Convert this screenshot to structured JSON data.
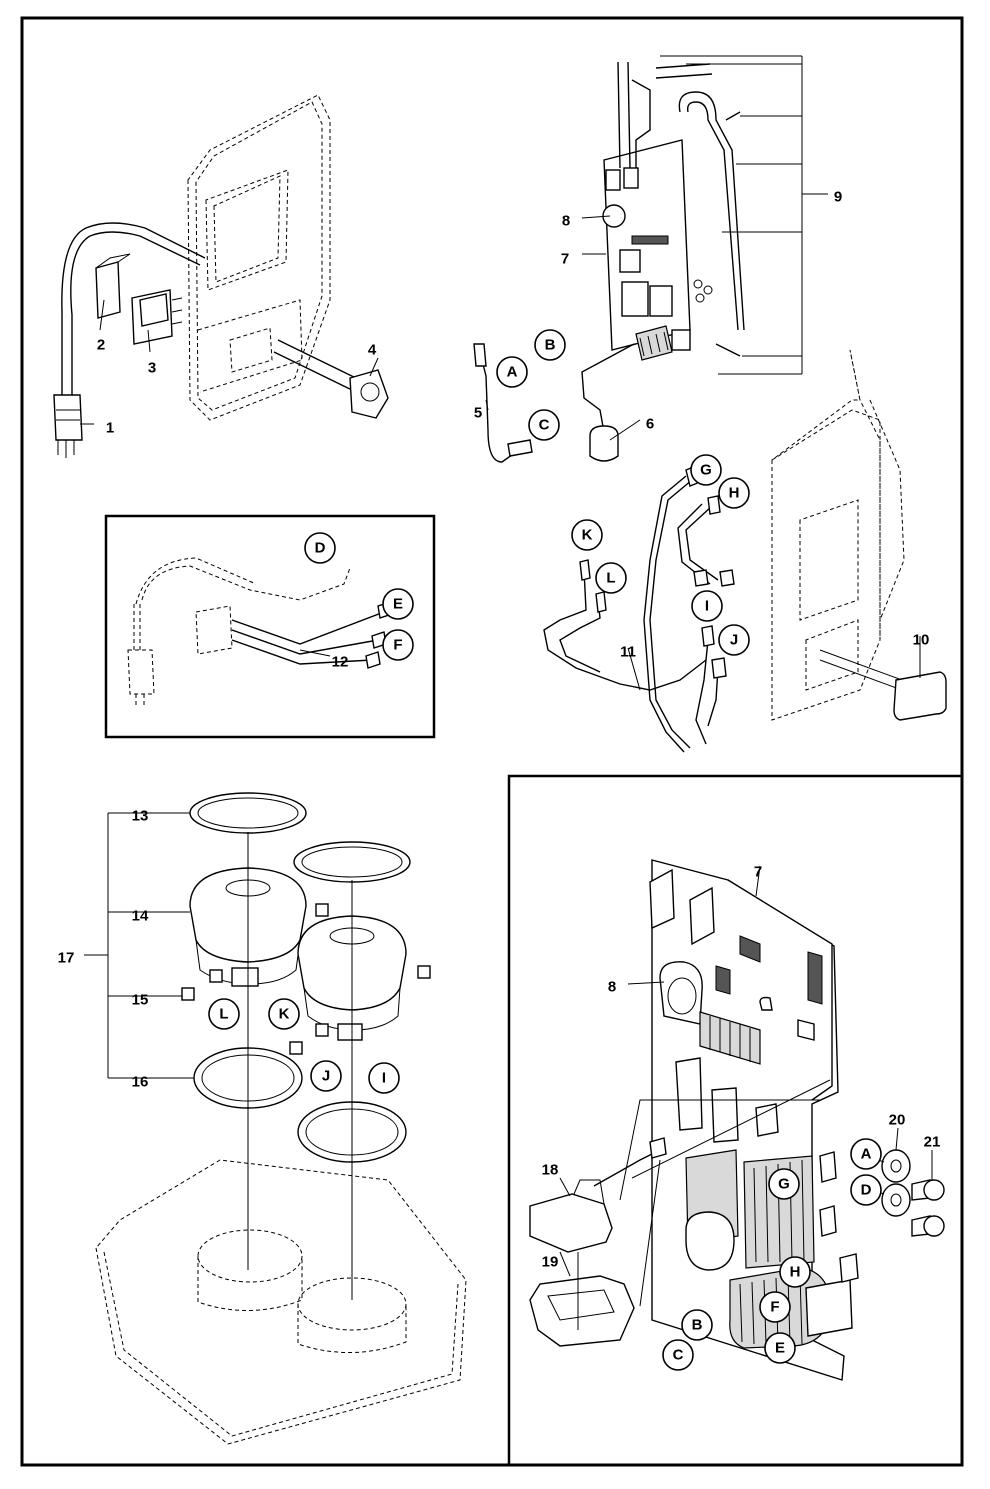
{
  "diagram": {
    "part_numbers": [
      "1",
      "2",
      "3",
      "4",
      "5",
      "6",
      "7",
      "8",
      "9",
      "10",
      "11",
      "12",
      "13",
      "14",
      "15",
      "16",
      "17",
      "7",
      "8",
      "18",
      "19",
      "20",
      "21"
    ],
    "connector_letters": [
      "A",
      "B",
      "C",
      "D",
      "E",
      "F",
      "G",
      "H",
      "K",
      "L",
      "I",
      "J",
      "L",
      "K",
      "J",
      "I",
      "A",
      "D",
      "G",
      "H",
      "F",
      "B",
      "C",
      "E"
    ]
  }
}
